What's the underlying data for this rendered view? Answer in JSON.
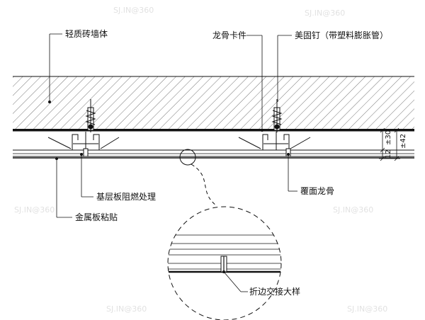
{
  "labels": {
    "wall": "轻质砖墙体",
    "keel_clip": "龙骨卡件",
    "anchor": "美固钉（带塑料膨胀管）",
    "base_board": "基层板阻燃处理",
    "cover_keel": "覆面龙骨",
    "metal_panel": "金属板粘贴",
    "fold_detail": "折边交接大样"
  },
  "dimensions": {
    "d30": "±30",
    "d12": "12",
    "d42": "±42"
  },
  "watermark": "SJ.IN@360",
  "colors": {
    "line": "#111111",
    "hatch": "#555555",
    "background": "#ffffff"
  }
}
